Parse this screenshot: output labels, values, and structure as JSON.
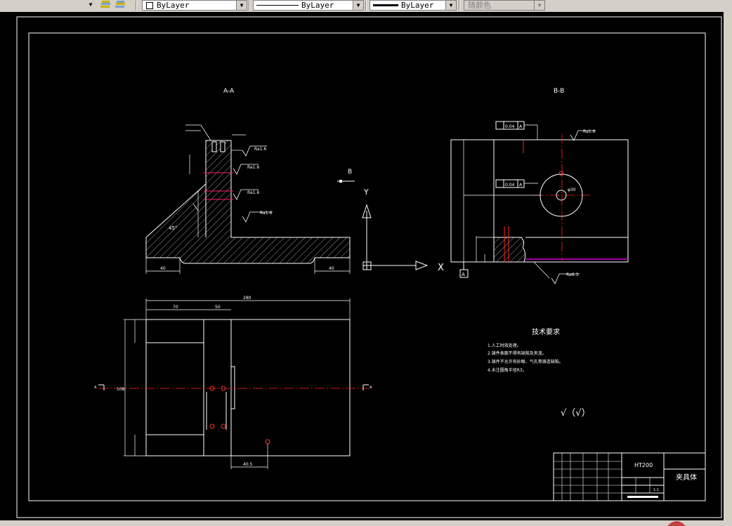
{
  "toolbar": {
    "layer_combo": "ByLayer",
    "linetype_combo": "ByLayer",
    "lineweight_combo": "ByLayer",
    "plotstyle_combo": "随颜色"
  },
  "drawing": {
    "section_aa": "A-A",
    "section_bb": "B-B",
    "view_marker_b": "B",
    "view_marker_a_left": "A",
    "view_marker_a_right": "A",
    "axis_x": "X",
    "axis_y": "Y",
    "dim_total_width": "280",
    "dim_70": "70",
    "dim_50": "50",
    "dim_40": "40",
    "dim_height_108": "108",
    "dim_40_5": "40.5",
    "dim_diameter": "φ30",
    "angle_45": "45°",
    "roughness_1": "Ra1.6",
    "roughness_2": "Ra1.6",
    "roughness_3": "Ra1.6",
    "roughness_4": "Ra1.6",
    "roughness_bb": "Ra1.6",
    "roughness_bb_bottom": "Ra6.3",
    "tolerance_1": "0.04",
    "tolerance_2": "0.04",
    "datum_a": "A",
    "datum_a_bottom": "A",
    "tech_title": "技术要求",
    "tech_items": [
      "1.人工时效处理。",
      "2.铸件表面不得有缺陷及夹渣。",
      "3.铸件不允许有砂眼、气孔等铸造缺陷。",
      "4.未注圆角半径R3。"
    ],
    "symbol_other": "√（√）",
    "title_material": "HT200",
    "title_name": "夹具体",
    "title_scale": "1:1"
  }
}
